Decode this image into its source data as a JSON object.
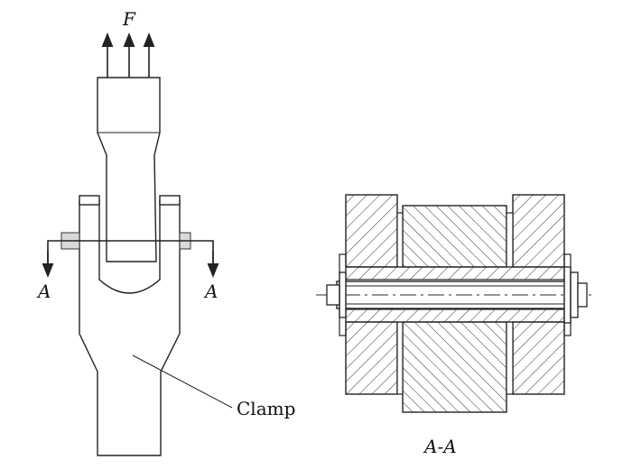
{
  "labels": {
    "force": "F",
    "section_left": "A",
    "section_right": "A",
    "clamp": "Clamp",
    "section_view": "A-A"
  }
}
